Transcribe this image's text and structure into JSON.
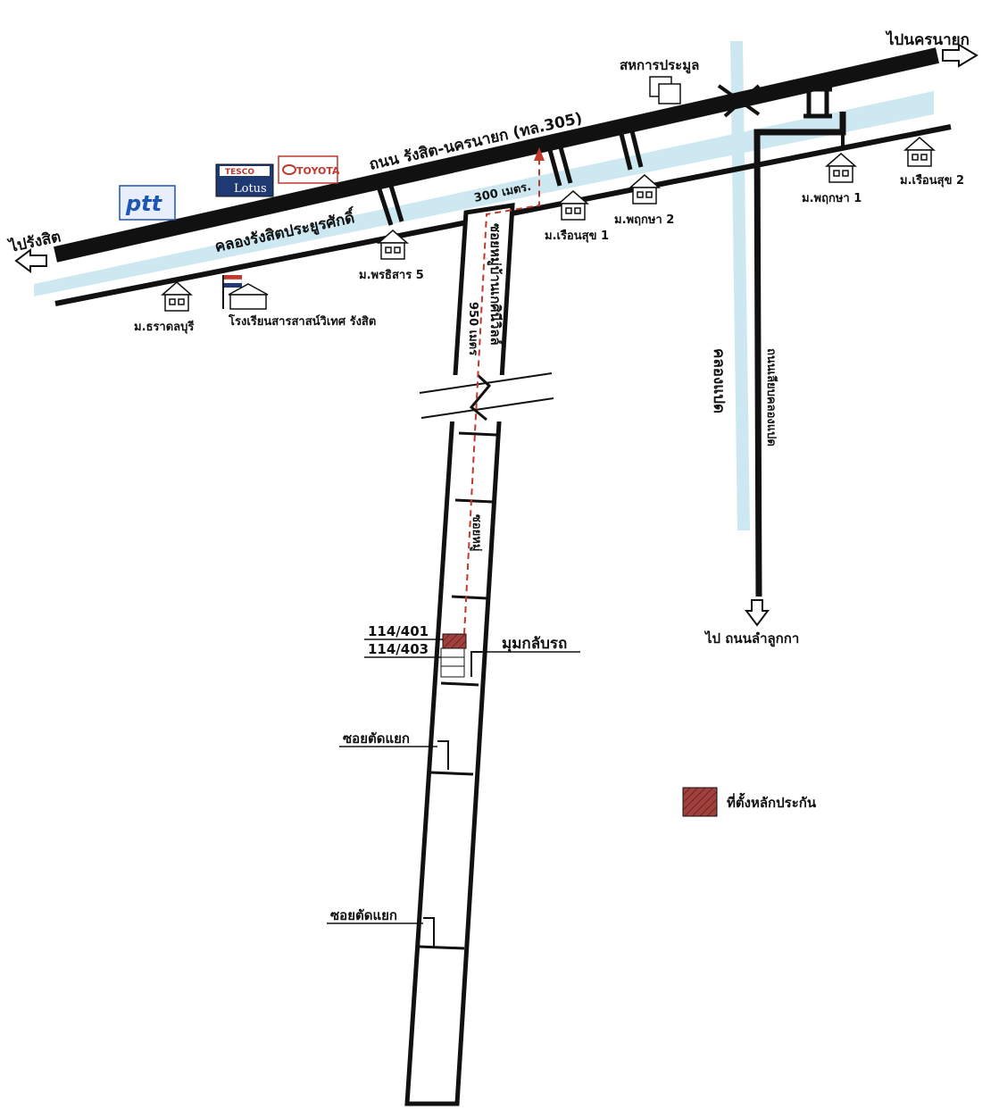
{
  "roads": {
    "main_highway": "ถนน รังสิต-นครนายก (ทล.305)",
    "canal": "คลองรังสิตประยูรศักดิ์",
    "soi_name": "ซอยหมู่บ้านเกศินีวิลล์",
    "soi_lower": "ซอยหมู่",
    "vertical_canal": "คลองแปด",
    "vertical_road": "ถนนเลียบคลองแปด"
  },
  "directions": {
    "to_nakhon_nayok": "ไปนครนายก",
    "to_rangsit": "ไปรังสิต",
    "to_lam_luk_ka": "ไป ถนนลำลูกกา"
  },
  "distances": {
    "d300": "300 เมตร.",
    "d950": "950 เมตร"
  },
  "brands": {
    "ptt": "ptt",
    "tesco": "TESCO",
    "lotus": "Lotus",
    "toyota": "TOYOTA"
  },
  "places": {
    "cooperative": "สหการประมูล",
    "mu_pruksa_1": "ม.พฤกษา 1",
    "mu_rueansuk_2": "ม.เรือนสุข 2",
    "mu_pruksa_2": "ม.พฤกษา 2",
    "mu_rueansuk_1": "ม.เรือนสุข 1",
    "mu_porn_sirin_5": "ม.พรธิสาร 5",
    "mu_thara_dol": "ม.ธราดลบุรี",
    "school": "โรงเรียนสารสาสน์วิเทศ รังสิต"
  },
  "plots": {
    "plot_a": "114/401",
    "plot_b": "114/403"
  },
  "markers": {
    "u_turn": "มุมกลับรถ",
    "side_soi_1": "ซอยตัดแยก",
    "side_soi_2": "ซอยตัดแยก"
  },
  "legend": {
    "collateral": "ที่ตั้งหลักประกัน"
  },
  "colors": {
    "canal": "#cde8f0",
    "road": "#111111",
    "route": "#c0392b",
    "collateral": "#a0413d"
  }
}
